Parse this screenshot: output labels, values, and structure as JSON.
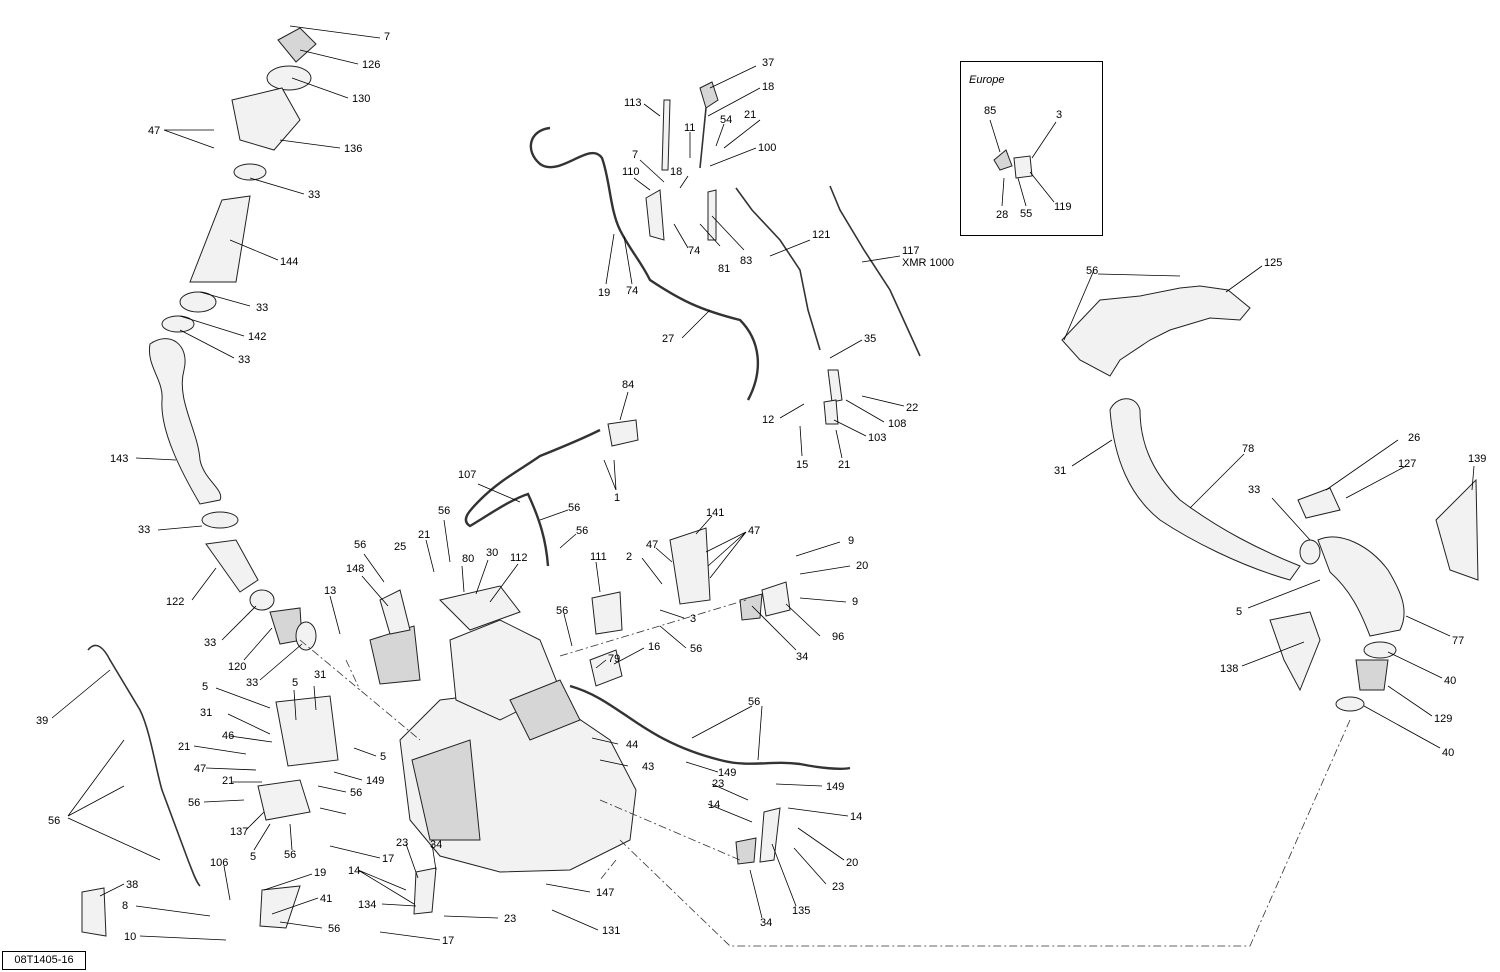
{
  "inset": {
    "title": "Europe"
  },
  "reference_code": "08T1405-16",
  "callouts": [
    {
      "id": "c7a",
      "text": "7"
    },
    {
      "id": "c126",
      "text": "126"
    },
    {
      "id": "c130",
      "text": "130"
    },
    {
      "id": "c47a",
      "text": "47"
    },
    {
      "id": "c136",
      "text": "136"
    },
    {
      "id": "c33a",
      "text": "33"
    },
    {
      "id": "c144",
      "text": "144"
    },
    {
      "id": "c33b",
      "text": "33"
    },
    {
      "id": "c142",
      "text": "142"
    },
    {
      "id": "c33c",
      "text": "33"
    },
    {
      "id": "c143",
      "text": "143"
    },
    {
      "id": "c33d",
      "text": "33"
    },
    {
      "id": "c122",
      "text": "122"
    },
    {
      "id": "c33e",
      "text": "33"
    },
    {
      "id": "c120",
      "text": "120"
    },
    {
      "id": "c33f",
      "text": "33"
    },
    {
      "id": "c39",
      "text": "39"
    },
    {
      "id": "c56a",
      "text": "56"
    },
    {
      "id": "c113",
      "text": "113"
    },
    {
      "id": "c37",
      "text": "37"
    },
    {
      "id": "c18a",
      "text": "18"
    },
    {
      "id": "c11",
      "text": "11"
    },
    {
      "id": "c54",
      "text": "54"
    },
    {
      "id": "c21a",
      "text": "21"
    },
    {
      "id": "c100",
      "text": "100"
    },
    {
      "id": "c7b",
      "text": "7"
    },
    {
      "id": "c18b",
      "text": "18"
    },
    {
      "id": "c110",
      "text": "110"
    },
    {
      "id": "c19a",
      "text": "19"
    },
    {
      "id": "c74a",
      "text": "74"
    },
    {
      "id": "c74b",
      "text": "74"
    },
    {
      "id": "c81",
      "text": "81"
    },
    {
      "id": "c83",
      "text": "83"
    },
    {
      "id": "c27",
      "text": "27"
    },
    {
      "id": "c121",
      "text": "121"
    },
    {
      "id": "c117",
      "text": "117"
    },
    {
      "id": "cxmr",
      "text": "XMR 1000"
    },
    {
      "id": "c35",
      "text": "35"
    },
    {
      "id": "c12",
      "text": "12"
    },
    {
      "id": "c22",
      "text": "22"
    },
    {
      "id": "c108",
      "text": "108"
    },
    {
      "id": "c103",
      "text": "103"
    },
    {
      "id": "c15",
      "text": "15"
    },
    {
      "id": "c21b",
      "text": "21"
    },
    {
      "id": "c85",
      "text": "85"
    },
    {
      "id": "c3",
      "text": "3"
    },
    {
      "id": "c28",
      "text": "28"
    },
    {
      "id": "c55",
      "text": "55"
    },
    {
      "id": "c119",
      "text": "119"
    },
    {
      "id": "c56b",
      "text": "56"
    },
    {
      "id": "c125",
      "text": "125"
    },
    {
      "id": "c31a",
      "text": "31"
    },
    {
      "id": "c78",
      "text": "78"
    },
    {
      "id": "c26",
      "text": "26"
    },
    {
      "id": "c127",
      "text": "127"
    },
    {
      "id": "c139",
      "text": "139"
    },
    {
      "id": "c33g",
      "text": "33"
    },
    {
      "id": "c5a",
      "text": "5"
    },
    {
      "id": "c77",
      "text": "77"
    },
    {
      "id": "c138",
      "text": "138"
    },
    {
      "id": "c40a",
      "text": "40"
    },
    {
      "id": "c129",
      "text": "129"
    },
    {
      "id": "c40b",
      "text": "40"
    },
    {
      "id": "c84",
      "text": "84"
    },
    {
      "id": "c107",
      "text": "107"
    },
    {
      "id": "c1",
      "text": "1"
    },
    {
      "id": "c56c",
      "text": "56"
    },
    {
      "id": "c56d",
      "text": "56"
    },
    {
      "id": "c56e",
      "text": "56"
    },
    {
      "id": "c21c",
      "text": "21"
    },
    {
      "id": "c56f",
      "text": "56"
    },
    {
      "id": "c25",
      "text": "25"
    },
    {
      "id": "c80",
      "text": "80"
    },
    {
      "id": "c30",
      "text": "30"
    },
    {
      "id": "c112",
      "text": "112"
    },
    {
      "id": "c148",
      "text": "148"
    },
    {
      "id": "c13",
      "text": "13"
    },
    {
      "id": "c111",
      "text": "111"
    },
    {
      "id": "c56g",
      "text": "56"
    },
    {
      "id": "c141",
      "text": "141"
    },
    {
      "id": "c47b",
      "text": "47"
    },
    {
      "id": "c47c",
      "text": "47"
    },
    {
      "id": "c9a",
      "text": "9"
    },
    {
      "id": "c20a",
      "text": "20"
    },
    {
      "id": "c9b",
      "text": "9"
    },
    {
      "id": "c96",
      "text": "96"
    },
    {
      "id": "c34a",
      "text": "34"
    },
    {
      "id": "c2",
      "text": "2"
    },
    {
      "id": "c3b",
      "text": "3"
    },
    {
      "id": "c56h",
      "text": "56"
    },
    {
      "id": "c16",
      "text": "16"
    },
    {
      "id": "c79",
      "text": "79"
    },
    {
      "id": "c5b",
      "text": "5"
    },
    {
      "id": "c31b",
      "text": "31"
    },
    {
      "id": "c5c",
      "text": "5"
    },
    {
      "id": "c31c",
      "text": "31"
    },
    {
      "id": "c46",
      "text": "46"
    },
    {
      "id": "c21d",
      "text": "21"
    },
    {
      "id": "c5d",
      "text": "5"
    },
    {
      "id": "c47d",
      "text": "47"
    },
    {
      "id": "c21e",
      "text": "21"
    },
    {
      "id": "c149a",
      "text": "149"
    },
    {
      "id": "c56i",
      "text": "56"
    },
    {
      "id": "c56j",
      "text": "56"
    },
    {
      "id": "c137",
      "text": "137"
    },
    {
      "id": "c5e",
      "text": "5"
    },
    {
      "id": "c56k",
      "text": "56"
    },
    {
      "id": "c44",
      "text": "44"
    },
    {
      "id": "c43",
      "text": "43"
    },
    {
      "id": "c149b",
      "text": "149"
    },
    {
      "id": "c56l",
      "text": "56"
    },
    {
      "id": "c149c",
      "text": "149"
    },
    {
      "id": "c23a",
      "text": "23"
    },
    {
      "id": "c14a",
      "text": "14"
    },
    {
      "id": "c14b",
      "text": "14"
    },
    {
      "id": "c20b",
      "text": "20"
    },
    {
      "id": "c23b",
      "text": "23"
    },
    {
      "id": "c135",
      "text": "135"
    },
    {
      "id": "c34b",
      "text": "34"
    },
    {
      "id": "c17a",
      "text": "17"
    },
    {
      "id": "c23c",
      "text": "23"
    },
    {
      "id": "c34c",
      "text": "34"
    },
    {
      "id": "c14c",
      "text": "14"
    },
    {
      "id": "c134",
      "text": "134"
    },
    {
      "id": "c147",
      "text": "147"
    },
    {
      "id": "c131",
      "text": "131"
    },
    {
      "id": "c23d",
      "text": "23"
    },
    {
      "id": "c17b",
      "text": "17"
    },
    {
      "id": "c106",
      "text": "106"
    },
    {
      "id": "c19b",
      "text": "19"
    },
    {
      "id": "c41",
      "text": "41"
    },
    {
      "id": "c38",
      "text": "38"
    },
    {
      "id": "c8",
      "text": "8"
    },
    {
      "id": "c56m",
      "text": "56"
    },
    {
      "id": "c10",
      "text": "10"
    }
  ]
}
